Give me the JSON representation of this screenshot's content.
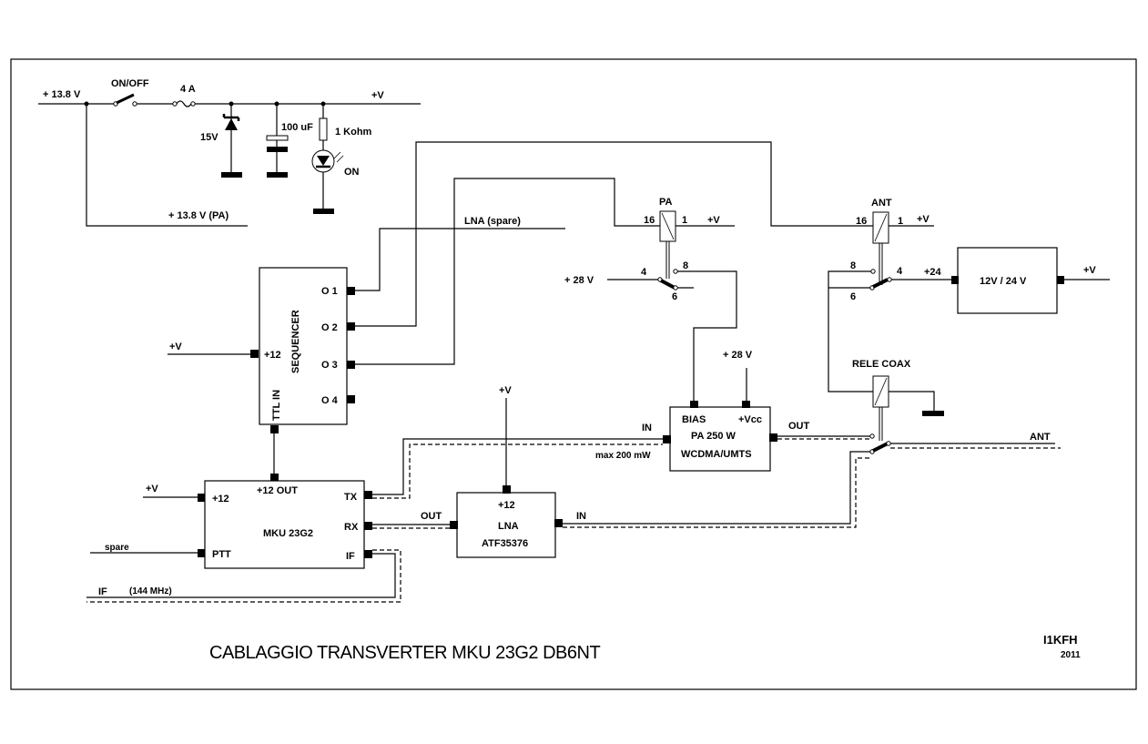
{
  "title": "CABLAGGIO TRANSVERTER MKU 23G2 DB6NT",
  "author": {
    "callsign": "I1KFH",
    "year": "2011"
  },
  "power_section": {
    "input_label": "+ 13.8 V",
    "switch_label": "ON/OFF",
    "fuse_label": "4 A",
    "zener_label": "15V",
    "capacitor_label": "100 uF",
    "resistor_label": "1 Kohm",
    "led_label": "ON",
    "output_label": "+V",
    "pa_feed_label": "+ 13.8 V (PA)"
  },
  "sequencer": {
    "name": "SEQUENCER",
    "supply_pin": "+12",
    "supply_wire_label": "+V",
    "input_pin": "TTL IN",
    "outputs": [
      "O 1",
      "O 2",
      "O 3",
      "O 4"
    ],
    "o1_wire_label": "LNA (spare)"
  },
  "pa_relay": {
    "name": "PA",
    "coil_pins": [
      "16",
      "1"
    ],
    "coil_supply": "+V",
    "contacts": [
      "4",
      "8",
      "6"
    ],
    "supply_label": "+ 28 V"
  },
  "ant_relay": {
    "name": "ANT",
    "coil_pins": [
      "16",
      "1"
    ],
    "coil_supply": "+V",
    "contacts": [
      "8",
      "4",
      "6"
    ],
    "out_label": "+24"
  },
  "converter": {
    "name": "12V / 24 V",
    "out_label": "+V"
  },
  "pa_module": {
    "line1": "PA 250 W",
    "line2": "WCDMA/UMTS",
    "bias_pin": "BIAS",
    "vcc_pin": "+Vcc",
    "vcc_supply": "+ 28 V",
    "in_label": "IN",
    "in_note": "max 200 mW",
    "out_label": "OUT"
  },
  "coax_relay": {
    "name": "RELE COAX",
    "ant_label": "ANT"
  },
  "mku": {
    "name": "MKU 23G2",
    "supply_pin": "+12",
    "supply_wire_label": "+V",
    "out_pin": "+12 OUT",
    "ptt_pin": "PTT",
    "ptt_wire_label": "spare",
    "tx_pin": "TX",
    "rx_pin": "RX",
    "if_pin": "IF",
    "if_wire_label": "IF",
    "if_freq": "(144 MHz)"
  },
  "lna": {
    "line1": "LNA",
    "line2": "ATF35376",
    "supply_pin": "+12",
    "supply_wire_label": "+V",
    "out_label": "OUT",
    "in_label": "IN"
  }
}
